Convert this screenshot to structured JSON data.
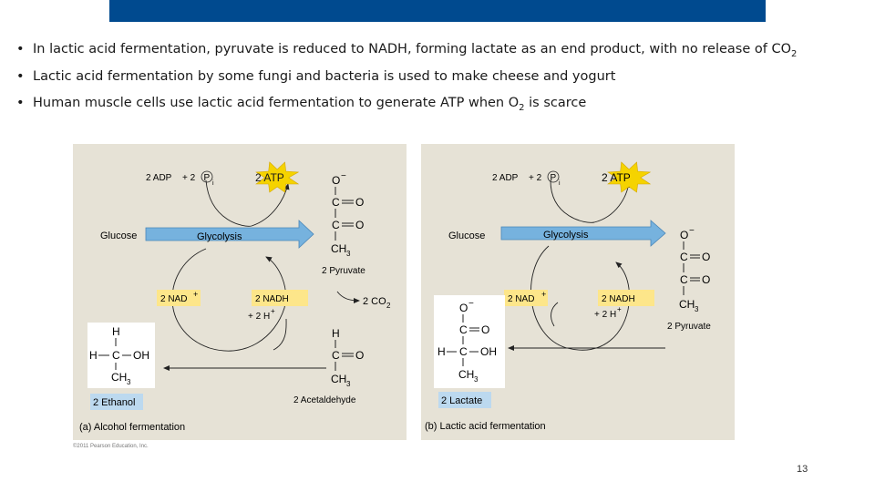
{
  "slide": {
    "bullets": [
      {
        "text": "In lactic acid fermentation, pyruvate is reduced to NADH, forming lactate as an end product, with no release of CO",
        "sub": "2"
      },
      {
        "text": "Lactic acid fermentation by some fungi and bacteria is used to make cheese and yogurt",
        "sub": ""
      },
      {
        "text": "Human muscle cells use lactic acid fermentation to generate ATP when O",
        "sub": "2",
        "after": " is scarce"
      }
    ],
    "page_number": "13",
    "copyright": "©2011 Pearson Education, Inc."
  },
  "colors": {
    "header_bar": "#004a8f",
    "panel_bg": "#e6e2d6",
    "arrow_blue": "#76b2de",
    "atp_star": "#f5d300",
    "nadh_box": "#fde68a",
    "label_box": "#bcd9ef"
  },
  "diagram_a": {
    "caption": "(a) Alcohol fermentation",
    "adp_label": "2 ADP",
    "pi_prefix": "+ 2",
    "pi_symbol": "P",
    "pi_sub": "i",
    "atp_label": "2 ATP",
    "glucose_label": "Glucose",
    "glycolysis_label": "Glycolysis",
    "nad_label": "2 NAD",
    "nad_charge": "+",
    "nadh_label": "2 NADH",
    "h_label": "+ 2 H",
    "h_charge": "+",
    "co2_label": "2 CO",
    "co2_sub": "2",
    "pyruvate_label": "2 Pyruvate",
    "acetaldehyde_label": "2 Acetaldehyde",
    "ethanol_label": "2 Ethanol",
    "atoms": {
      "o": "O",
      "c": "C",
      "h": "H",
      "oh": "OH",
      "ch3": "CH",
      "three": "3",
      "minus": "−"
    }
  },
  "diagram_b": {
    "caption": "(b) Lactic acid fermentation",
    "adp_label": "2 ADP",
    "pi_prefix": "+ 2",
    "pi_symbol": "P",
    "pi_sub": "i",
    "atp_label": "2 ATP",
    "glucose_label": "Glucose",
    "glycolysis_label": "Glycolysis",
    "nad_label": "2 NAD",
    "nad_charge": "+",
    "nadh_label": "2 NADH",
    "h_label": "+ 2 H",
    "h_charge": "+",
    "pyruvate_label": "2 Pyruvate",
    "lactate_label": "2 Lactate",
    "atoms": {
      "o": "O",
      "c": "C",
      "h": "H",
      "oh": "OH",
      "ch3": "CH",
      "three": "3",
      "minus": "−"
    }
  }
}
